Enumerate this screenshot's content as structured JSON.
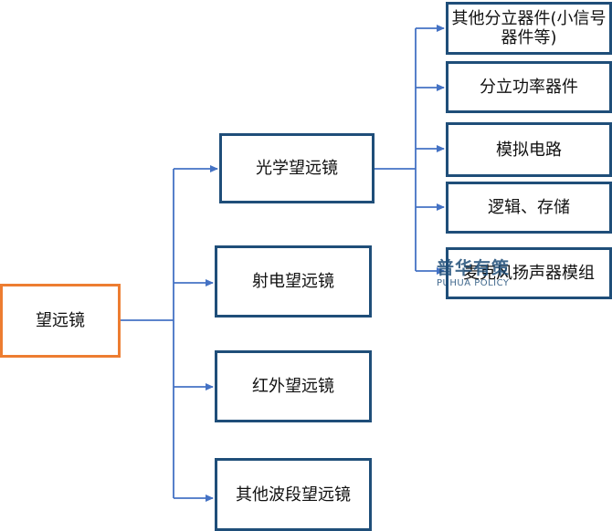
{
  "diagram": {
    "root": "望远镜",
    "level2": [
      "光学望远镜",
      "射电望远镜",
      "红外望远镜",
      "其他波段望远镜"
    ],
    "level3": [
      "其他分立器件(小信号器件等)",
      "分立功率器件",
      "模拟电路",
      "逻辑、存储",
      "麦克风扬声器模组"
    ]
  },
  "watermark": {
    "main": "普华有策",
    "sub": "PUHUA POLICY"
  },
  "colors": {
    "root_border": "#ed7d31",
    "box_border": "#1f4e79",
    "connector": "#4472c4"
  }
}
